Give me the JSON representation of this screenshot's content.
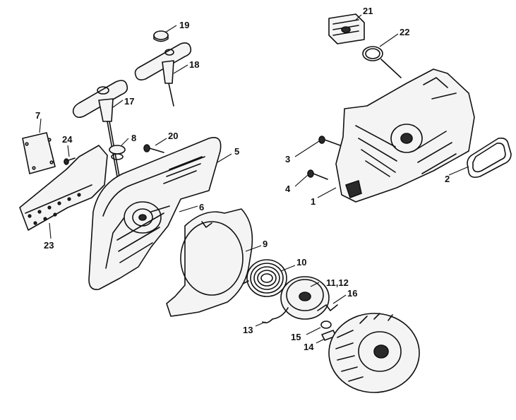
{
  "parts": [
    {
      "id": "p1",
      "label": "1"
    },
    {
      "id": "p2",
      "label": "2"
    },
    {
      "id": "p3",
      "label": "3"
    },
    {
      "id": "p4",
      "label": "4"
    },
    {
      "id": "p5",
      "label": "5"
    },
    {
      "id": "p6",
      "label": "6"
    },
    {
      "id": "p7",
      "label": "7"
    },
    {
      "id": "p8",
      "label": "8"
    },
    {
      "id": "p9",
      "label": "9"
    },
    {
      "id": "p10",
      "label": "10"
    },
    {
      "id": "p11",
      "label": "11,12"
    },
    {
      "id": "p13",
      "label": "13"
    },
    {
      "id": "p14",
      "label": "14"
    },
    {
      "id": "p15",
      "label": "15"
    },
    {
      "id": "p16",
      "label": "16"
    },
    {
      "id": "p17",
      "label": "17"
    },
    {
      "id": "p18",
      "label": "18"
    },
    {
      "id": "p19",
      "label": "19"
    },
    {
      "id": "p20",
      "label": "20"
    },
    {
      "id": "p21",
      "label": "21"
    },
    {
      "id": "p22",
      "label": "22"
    },
    {
      "id": "p23",
      "label": "23"
    },
    {
      "id": "p24",
      "label": "24"
    }
  ],
  "colors": {
    "ink": "#111111",
    "paper": "#ffffff",
    "shade": "#2a2a2a"
  }
}
